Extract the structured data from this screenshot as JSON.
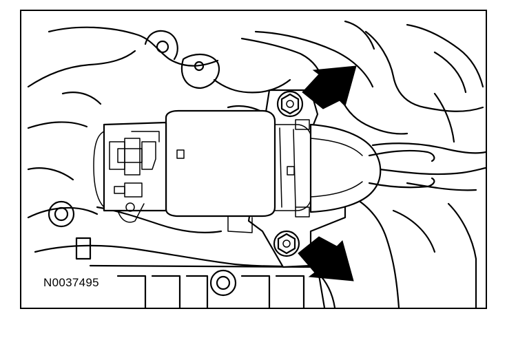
{
  "figure": {
    "id_label": "N0037495"
  },
  "callouts": [
    {
      "name": "upper-bolt-arrow",
      "icon": "arrow-icon"
    },
    {
      "name": "lower-bolt-arrow",
      "icon": "arrow-icon"
    }
  ],
  "colors": {
    "line": "#000000",
    "background": "#ffffff"
  }
}
